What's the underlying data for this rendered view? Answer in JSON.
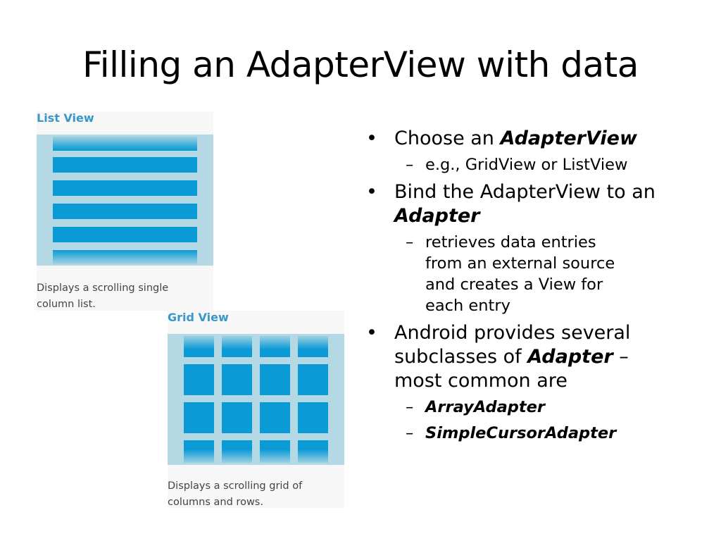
{
  "slide": {
    "title": "Filling an AdapterView with data"
  },
  "list_view": {
    "title": "List View",
    "description_line1": "Displays a scrolling single",
    "description_line2": "column list."
  },
  "grid_view": {
    "title": "Grid View",
    "description_line1": "Displays a scrolling grid of",
    "description_line2": "columns and rows."
  },
  "bullets": {
    "b1": {
      "prefix": "Choose an ",
      "emph": "AdapterView"
    },
    "b1_sub1": "e.g., GridView or ListView",
    "b2": {
      "text": "Bind the AdapterView to an ",
      "emph": "Adapter"
    },
    "b2_sub1": "retrieves data entries from an external source and creates a View for each entry",
    "b3": {
      "prefix": "Android provides several subclasses of ",
      "emph": "Adapter",
      "suffix": " – most common are"
    },
    "b3_sub1": "ArrayAdapter",
    "b3_sub2": "SimpleCursorAdapter",
    "bullet_glyph": "•",
    "dash_glyph": "–"
  },
  "colors": {
    "widget_blue": "#0a9ad5",
    "preview_background": "#b4d9e5",
    "card_title": "#3a97c9"
  }
}
